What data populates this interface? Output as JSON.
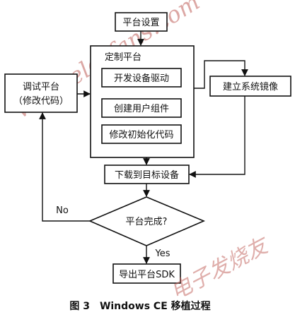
{
  "nodes": {
    "platform_settings": "平台设置",
    "custom_platform": "定制平台",
    "develop_drivers": "开发设备驱动",
    "create_components": "创建用户组件",
    "modify_init_code": "修改初始化代码",
    "debug_platform_line1": "调试平台",
    "debug_platform_line2": "（修改代码）",
    "build_image": "建立系统镜像",
    "download_target": "下载到目标设备",
    "platform_done": "平台完成?",
    "export_sdk": "导出平台SDK"
  },
  "edge_labels": {
    "no": "No",
    "yes": "Yes"
  },
  "caption": "图 3　Windows CE 移植过程",
  "watermarks": {
    "site": "www.elecfans.com",
    "brand": "电子发烧友"
  }
}
